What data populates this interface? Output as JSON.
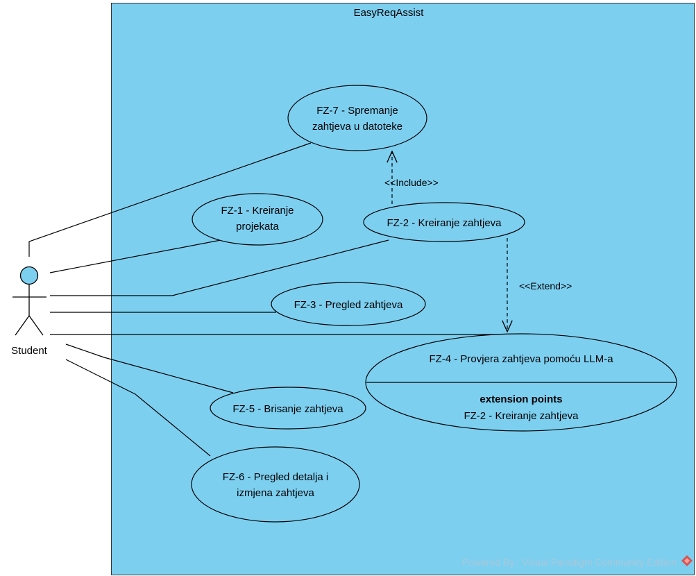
{
  "system": {
    "title": "EasyReqAssist",
    "fill": "#7dcff0"
  },
  "actor": {
    "name": "Student",
    "head_fill": "#7dcff0"
  },
  "use_cases": [
    {
      "id": "fz7",
      "lines": [
        "FZ-7 - Spremanje",
        "zahtjeva u datoteke"
      ]
    },
    {
      "id": "fz1",
      "lines": [
        "FZ-1 - Kreiranje",
        "projekata"
      ]
    },
    {
      "id": "fz2",
      "lines": [
        "FZ-2 - Kreiranje zahtjeva"
      ]
    },
    {
      "id": "fz3",
      "lines": [
        "FZ-3 - Pregled zahtjeva"
      ]
    },
    {
      "id": "fz4",
      "lines": [
        "FZ-4 - Provjera zahtjeva pomoću LLM-a"
      ],
      "extension_points_label": "extension points",
      "extension_points": [
        "FZ-2 - Kreiranje zahtjeva"
      ]
    },
    {
      "id": "fz5",
      "lines": [
        "FZ-5 - Brisanje zahtjeva"
      ]
    },
    {
      "id": "fz6",
      "lines": [
        "FZ-6 - Pregled detalja i",
        "izmjena zahtjeva"
      ]
    }
  ],
  "relations": {
    "include_label": "<<Include>>",
    "extend_label": "<<Extend>>"
  },
  "watermark": "Powered By : Visual Paradigm Community Edition"
}
